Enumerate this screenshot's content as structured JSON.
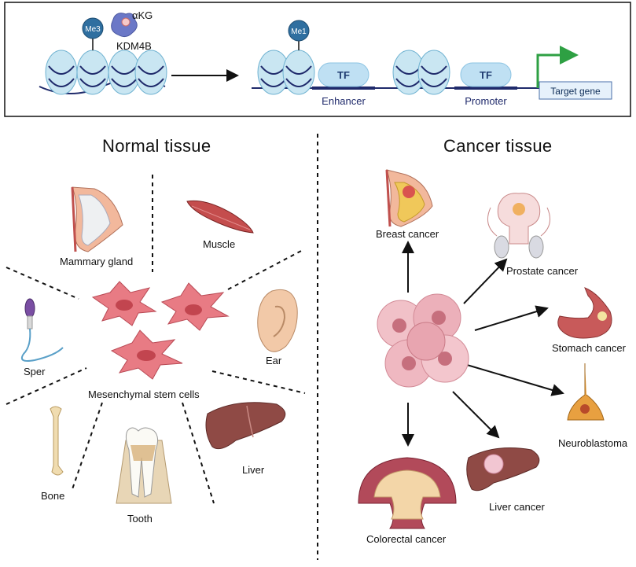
{
  "mechanism": {
    "me3": "Me3",
    "me1": "Me1",
    "akg": "αKG",
    "kdm4b": "KDM4B",
    "tf_enhancer": "TF",
    "tf_promoter": "TF",
    "enhancer": "Enhancer",
    "promoter": "Promoter",
    "target_gene": "Target gene"
  },
  "normal": {
    "title": "Normal tissue",
    "mammary": "Mammary gland",
    "muscle": "Muscle",
    "sperm": "Sper",
    "ear": "Ear",
    "msc": "Mesenchymal stem cells",
    "bone": "Bone",
    "tooth": "Tooth",
    "liver": "Liver"
  },
  "cancer": {
    "title": "Cancer tissue",
    "breast": "Breast cancer",
    "prostate": "Prostate cancer",
    "stomach": "Stomach cancer",
    "neuroblastoma": "Neuroblastoma",
    "liver": "Liver cancer",
    "colorectal": "Colorectal cancer"
  },
  "colors": {
    "nucleosome": "#c9e6f2",
    "nucleosome_stroke": "#6fb2d1",
    "dna": "#1f2a6b",
    "histone_mark": "#2f6fa0",
    "tf": "#bfe0f3",
    "arrow_green": "#2ea043",
    "msc_cell": "#e87b84",
    "nucleus": "#c2454f",
    "liver": "#8f4a45"
  }
}
